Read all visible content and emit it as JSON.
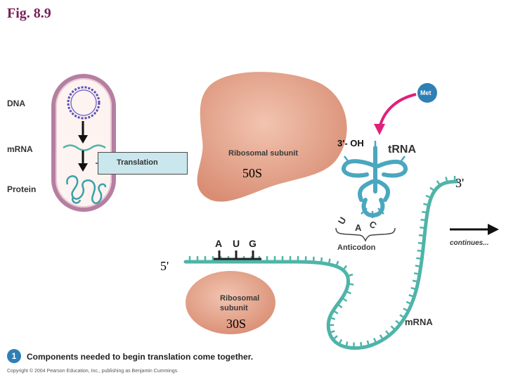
{
  "figure": {
    "title": "Fig. 8.9"
  },
  "cell_panel": {
    "labels": {
      "dna": "DNA",
      "mrna": "mRNA",
      "protein": "Protein"
    },
    "process_box": "Translation"
  },
  "large_subunit": {
    "label": "Ribosomal subunit",
    "size": "50S"
  },
  "small_subunit": {
    "label_line1": "Ribosomal",
    "label_line2": "subunit",
    "size": "30S"
  },
  "trna": {
    "label": "tRNA",
    "end_label": "3'- OH",
    "amino_acid": "Met",
    "anticodon": [
      "U",
      "A",
      "C"
    ],
    "anticodon_label": "Anticodon"
  },
  "mrna": {
    "label": "mRNA",
    "codon": [
      "A",
      "U",
      "G"
    ],
    "five_prime": "5'",
    "three_prime": "3'",
    "continues": "continues..."
  },
  "caption": {
    "step": "1",
    "text": "Components needed to begin translation come together."
  },
  "copyright": "Copyright © 2004 Pearson Education, Inc., publishing as Benjamin Cummings.",
  "colors": {
    "title": "#7a1f5c",
    "ribosome": "#e3a38b",
    "mrna": "#4fb4a8",
    "trna": "#4aa7bf",
    "met": "#2e7fb6",
    "arrow": "#e0207a"
  },
  "icons": [
    "cell-outline",
    "dna-plasmid-icon",
    "down-arrow-icon",
    "met-ball-icon",
    "continue-arrow-icon"
  ]
}
